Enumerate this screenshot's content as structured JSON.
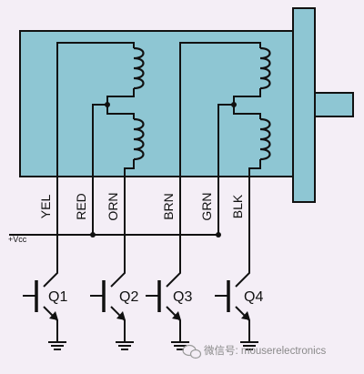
{
  "colors": {
    "background": "#f4eef6",
    "motor_body": "#8ec6d3",
    "line": "#111111",
    "watermark": "#8a8a8a"
  },
  "motor": {
    "wire_labels": [
      "YEL",
      "RED",
      "ORN",
      "BRN",
      "GRN",
      "BLK"
    ]
  },
  "supply": {
    "label": "+Vcc"
  },
  "transistors": [
    "Q1",
    "Q2",
    "Q3",
    "Q4"
  ],
  "watermark": {
    "text": "微信号: mouserelectronics",
    "icon": "wechat-icon"
  }
}
